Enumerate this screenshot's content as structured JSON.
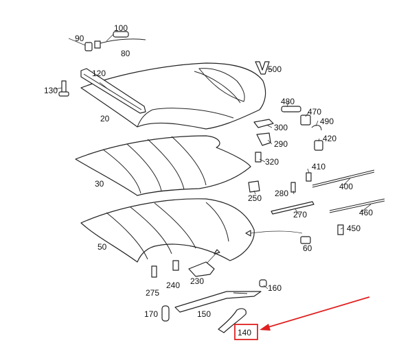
{
  "parts": [
    {
      "id": "p20",
      "label": "20"
    },
    {
      "id": "p30",
      "label": "30"
    },
    {
      "id": "p50",
      "label": "50"
    },
    {
      "id": "p60",
      "label": "60"
    },
    {
      "id": "p80",
      "label": "80"
    },
    {
      "id": "p90",
      "label": "90"
    },
    {
      "id": "p100",
      "label": "100"
    },
    {
      "id": "p120",
      "label": "120"
    },
    {
      "id": "p130",
      "label": "130"
    },
    {
      "id": "p140",
      "label": "140"
    },
    {
      "id": "p150",
      "label": "150"
    },
    {
      "id": "p160",
      "label": "160"
    },
    {
      "id": "p170",
      "label": "170"
    },
    {
      "id": "p230",
      "label": "230"
    },
    {
      "id": "p240",
      "label": "240"
    },
    {
      "id": "p250",
      "label": "250"
    },
    {
      "id": "p270",
      "label": "270"
    },
    {
      "id": "p275",
      "label": "275"
    },
    {
      "id": "p280",
      "label": "280"
    },
    {
      "id": "p290",
      "label": "290"
    },
    {
      "id": "p300",
      "label": "300"
    },
    {
      "id": "p320",
      "label": "320"
    },
    {
      "id": "p400",
      "label": "400"
    },
    {
      "id": "p410",
      "label": "410"
    },
    {
      "id": "p420",
      "label": "420"
    },
    {
      "id": "p450",
      "label": "450"
    },
    {
      "id": "p460",
      "label": "460"
    },
    {
      "id": "p470",
      "label": "470"
    },
    {
      "id": "p480",
      "label": "480"
    },
    {
      "id": "p490",
      "label": "490"
    },
    {
      "id": "p500",
      "label": "500"
    }
  ],
  "highlight": {
    "part": "140",
    "box_color": "#e02020",
    "arrow_color": "#e02020"
  }
}
